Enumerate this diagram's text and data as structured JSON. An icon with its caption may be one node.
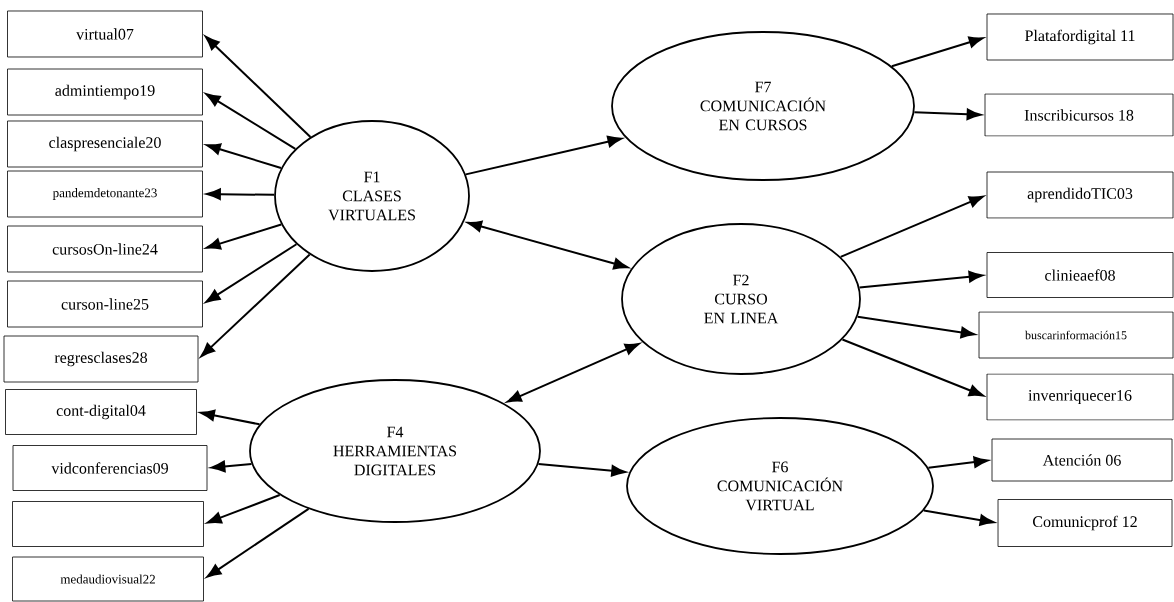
{
  "diagram": {
    "nodes": [
      {
        "text": [
          "virtual07"
        ]
      },
      {
        "text": [
          "admintiempo19"
        ]
      },
      {
        "text": [
          "claspresenciale20"
        ]
      },
      {
        "text": [
          "pandemdetonante23"
        ]
      },
      {
        "text": [
          "cursosOn-line24"
        ]
      },
      {
        "text": [
          "curson-line25"
        ]
      },
      {
        "text": [
          "regresclases28"
        ]
      },
      {
        "text": [
          "cont-digital04"
        ]
      },
      {
        "text": [
          "vidconferencias09"
        ]
      },
      {
        "text": [],
        "shape": "box"
      },
      {
        "text": [
          "medaudiovisual22"
        ]
      },
      {
        "text": [
          "F1",
          "CLASES VIRTUALES"
        ]
      },
      {
        "text": [
          "F4",
          "HERRAMIENTAS DIGITALES"
        ]
      },
      {
        "text": [
          "F7",
          "COMUNICACIÓN EN CURSOS"
        ]
      },
      {
        "text": [
          "F2",
          "CURSO EN LINEA"
        ]
      },
      {
        "text": [
          "F6",
          "COMUNICACIÓN VIRTUAL"
        ]
      },
      {
        "text": [
          "Platafordigital 11"
        ]
      },
      {
        "text": [
          "Inscribicursos 18"
        ]
      },
      {
        "text": [
          "aprendidoTIC03"
        ]
      },
      {
        "text": [
          "clinieaef08"
        ]
      },
      {
        "text": [
          "buscarinformación15"
        ]
      },
      {
        "text": [
          "invenriquecer16"
        ]
      },
      {
        "text": [
          "Atención 06"
        ]
      },
      {
        "text": [
          "Comunicprof 12"
        ]
      }
    ],
    "edges": [
      {
        "from": 11,
        "to": 0,
        "arrow": "to"
      },
      {
        "from": 11,
        "to": 1,
        "arrow": "to"
      },
      {
        "from": 11,
        "to": 2,
        "arrow": "to"
      },
      {
        "from": 11,
        "to": 3,
        "arrow": "to"
      },
      {
        "from": 11,
        "to": 4,
        "arrow": "to"
      },
      {
        "from": 11,
        "to": 5,
        "arrow": "to"
      },
      {
        "from": 11,
        "to": 6,
        "arrow": "to"
      },
      {
        "from": 12,
        "to": 7,
        "arrow": "to"
      },
      {
        "from": 12,
        "to": 8,
        "arrow": "to"
      },
      {
        "from": 12,
        "to": 9,
        "arrow": "to"
      },
      {
        "from": 12,
        "to": 10,
        "arrow": "to"
      },
      {
        "from": 11,
        "to": 13,
        "arrow": "to"
      },
      {
        "from": 11,
        "to": 14,
        "arrow": "both"
      },
      {
        "from": 12,
        "to": 14,
        "arrow": "both"
      },
      {
        "from": 12,
        "to": 15,
        "arrow": "to"
      },
      {
        "from": 13,
        "to": 16,
        "arrow": "to"
      },
      {
        "from": 13,
        "to": 17,
        "arrow": "to"
      },
      {
        "from": 14,
        "to": 18,
        "arrow": "to"
      },
      {
        "from": 14,
        "to": 19,
        "arrow": "to"
      },
      {
        "from": 14,
        "to": 20,
        "arrow": "to"
      },
      {
        "from": 14,
        "to": 21,
        "arrow": "to"
      },
      {
        "from": 15,
        "to": 22,
        "arrow": "to"
      },
      {
        "from": 15,
        "to": 23,
        "arrow": "to"
      }
    ]
  }
}
